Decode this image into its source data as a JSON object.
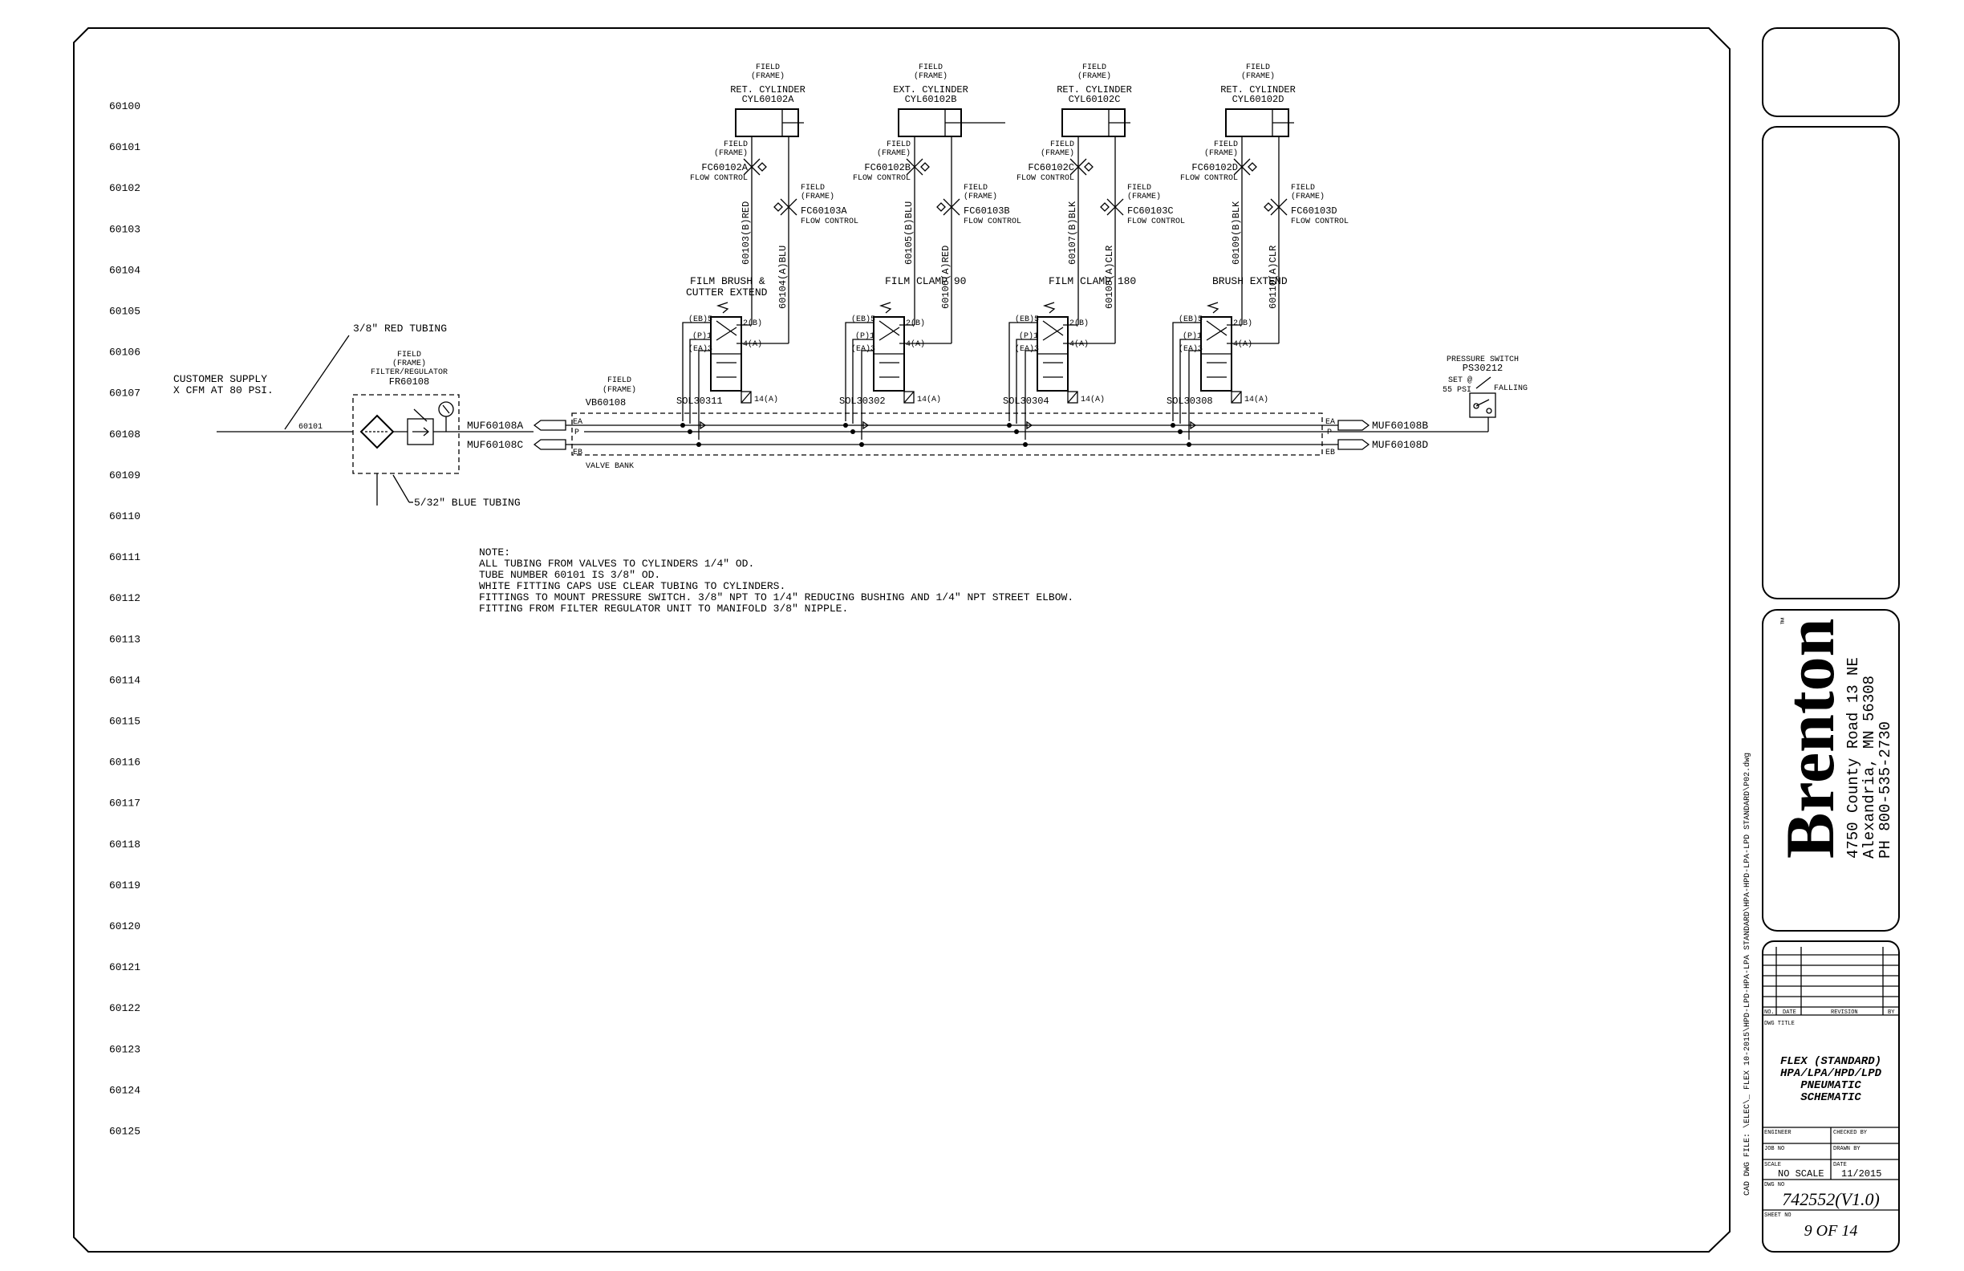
{
  "row_numbers": [
    "60100",
    "60101",
    "60102",
    "60103",
    "60104",
    "60105",
    "60106",
    "60107",
    "60108",
    "60109",
    "60110",
    "60111",
    "60112",
    "60113",
    "60114",
    "60115",
    "60116",
    "60117",
    "60118",
    "60119",
    "60120",
    "60121",
    "60122",
    "60123",
    "60124",
    "60125"
  ],
  "cylinders": [
    {
      "f1": "FIELD",
      "f2": "(FRAME)",
      "type": "RET. CYLINDER",
      "id": "CYL60102A"
    },
    {
      "f1": "FIELD",
      "f2": "(FRAME)",
      "type": "EXT. CYLINDER",
      "id": "CYL60102B"
    },
    {
      "f1": "FIELD",
      "f2": "(FRAME)",
      "type": "RET. CYLINDER",
      "id": "CYL60102C"
    },
    {
      "f1": "FIELD",
      "f2": "(FRAME)",
      "type": "RET. CYLINDER",
      "id": "CYL60102D"
    }
  ],
  "flow_controls_left": [
    {
      "f1": "FIELD",
      "f2": "(FRAME)",
      "id": "FC60102A",
      "desc": "FLOW CONTROL"
    },
    {
      "f1": "FIELD",
      "f2": "(FRAME)",
      "id": "FC60102B",
      "desc": "FLOW CONTROL"
    },
    {
      "f1": "FIELD",
      "f2": "(FRAME)",
      "id": "FC60102C",
      "desc": "FLOW CONTROL"
    },
    {
      "f1": "FIELD",
      "f2": "(FRAME)",
      "id": "FC60102D",
      "desc": "FLOW CONTROL"
    }
  ],
  "flow_controls_right": [
    {
      "f1": "FIELD",
      "f2": "(FRAME)",
      "id": "FC60103A",
      "desc": "FLOW CONTROL"
    },
    {
      "f1": "FIELD",
      "f2": "(FRAME)",
      "id": "FC60103B",
      "desc": "FLOW CONTROL"
    },
    {
      "f1": "FIELD",
      "f2": "(FRAME)",
      "id": "FC60103C",
      "desc": "FLOW CONTROL"
    },
    {
      "f1": "FIELD",
      "f2": "(FRAME)",
      "id": "FC60103D",
      "desc": "FLOW CONTROL"
    }
  ],
  "tubes_b": [
    "60103(B)RED",
    "60105(B)BLU",
    "60107(B)BLK",
    "60109(B)BLK"
  ],
  "tubes_a": [
    "60104(A)BLU",
    "60106(A)RED",
    "60108(A)CLR",
    "60110(A)CLR"
  ],
  "functions": [
    {
      "l1": "FILM BRUSH &",
      "l2": "CUTTER EXTEND"
    },
    {
      "l1": "FILM CLAMP 90",
      "l2": ""
    },
    {
      "l1": "FILM CLAMP 180",
      "l2": ""
    },
    {
      "l1": "BRUSH EXTEND",
      "l2": ""
    }
  ],
  "solenoids": [
    "SOL30311",
    "SOL30302",
    "SOL30304",
    "SOL30308"
  ],
  "port_labels": {
    "eb": "(EB)5",
    "p": "(P)1",
    "ea": "(EA)3",
    "b": "2(B)",
    "a": "4(A)",
    "pilot": "14(A)"
  },
  "valve_bank": {
    "f1": "FIELD",
    "f2": "(FRAME)",
    "id": "VB60108",
    "label": "VALVE BANK",
    "ea": "EA",
    "p": "P",
    "eb": "EB"
  },
  "supply": {
    "l1": "CUSTOMER SUPPLY",
    "l2": "X CFM AT 80 PSI.",
    "tube": "60101",
    "red_tubing": "3/8\" RED TUBING",
    "blue_tubing": "5/32\" BLUE TUBING"
  },
  "filter": {
    "f1": "FIELD",
    "f2": "(FRAME)",
    "desc": "FILTER/REGULATOR",
    "id": "FR60108"
  },
  "mufflers": [
    "MUF60108A",
    "MUF60108C",
    "MUF60108B",
    "MUF60108D"
  ],
  "pressure_switch": {
    "l1": "PRESSURE SWITCH",
    "id": "PS30212",
    "set": "SET @",
    "psi": "55 PSI",
    "falling": "FALLING"
  },
  "notes": [
    "NOTE:",
    "ALL TUBING FROM VALVES TO CYLINDERS 1/4\" OD.",
    "TUBE NUMBER 60101 IS 3/8\" OD.",
    "WHITE FITTING CAPS USE CLEAR TUBING TO CYLINDERS.",
    "FITTINGS TO MOUNT PRESSURE SWITCH. 3/8\" NPT TO 1/4\" REDUCING BUSHING AND 1/4\" NPT STREET ELBOW.",
    "FITTING FROM FILTER REGULATOR UNIT TO MANIFOLD 3/8\" NIPPLE."
  ],
  "file_path": "CAD DWG FILE: \\ELEC\\_ FLEX 10-2015\\HPD-LPD-HPA-LPA STANDARD\\HPA-HPD-LPA-LPD STANDARD\\P02.dwg",
  "company": {
    "logo": "Brenton",
    "tm": "™",
    "addr1": "4750 County Road 13 NE",
    "addr2": "Alexandria, MN 56308",
    "phone": "PH 800-535-2730"
  },
  "revision_header": {
    "no": "NO.",
    "date": "DATE",
    "revision": "REVISION",
    "by": "BY"
  },
  "title_block": {
    "dwg_title_label": "DWG TITLE",
    "title_lines": [
      "FLEX (STANDARD)",
      "HPA/LPA/HPD/LPD",
      "PNEUMATIC",
      "SCHEMATIC"
    ],
    "engineer": "ENGINEER",
    "checked_by": "CHECKED BY",
    "job_no": "JOB NO",
    "drawn_by": "DRAWN BY",
    "scale_label": "SCALE",
    "scale": "NO SCALE",
    "date_label": "DATE",
    "date": "11/2015",
    "dwg_no_label": "DWG NO",
    "dwg_no": "742552(V1.0)",
    "sheet_no_label": "SHEET NO",
    "sheet": "9 OF 14"
  }
}
